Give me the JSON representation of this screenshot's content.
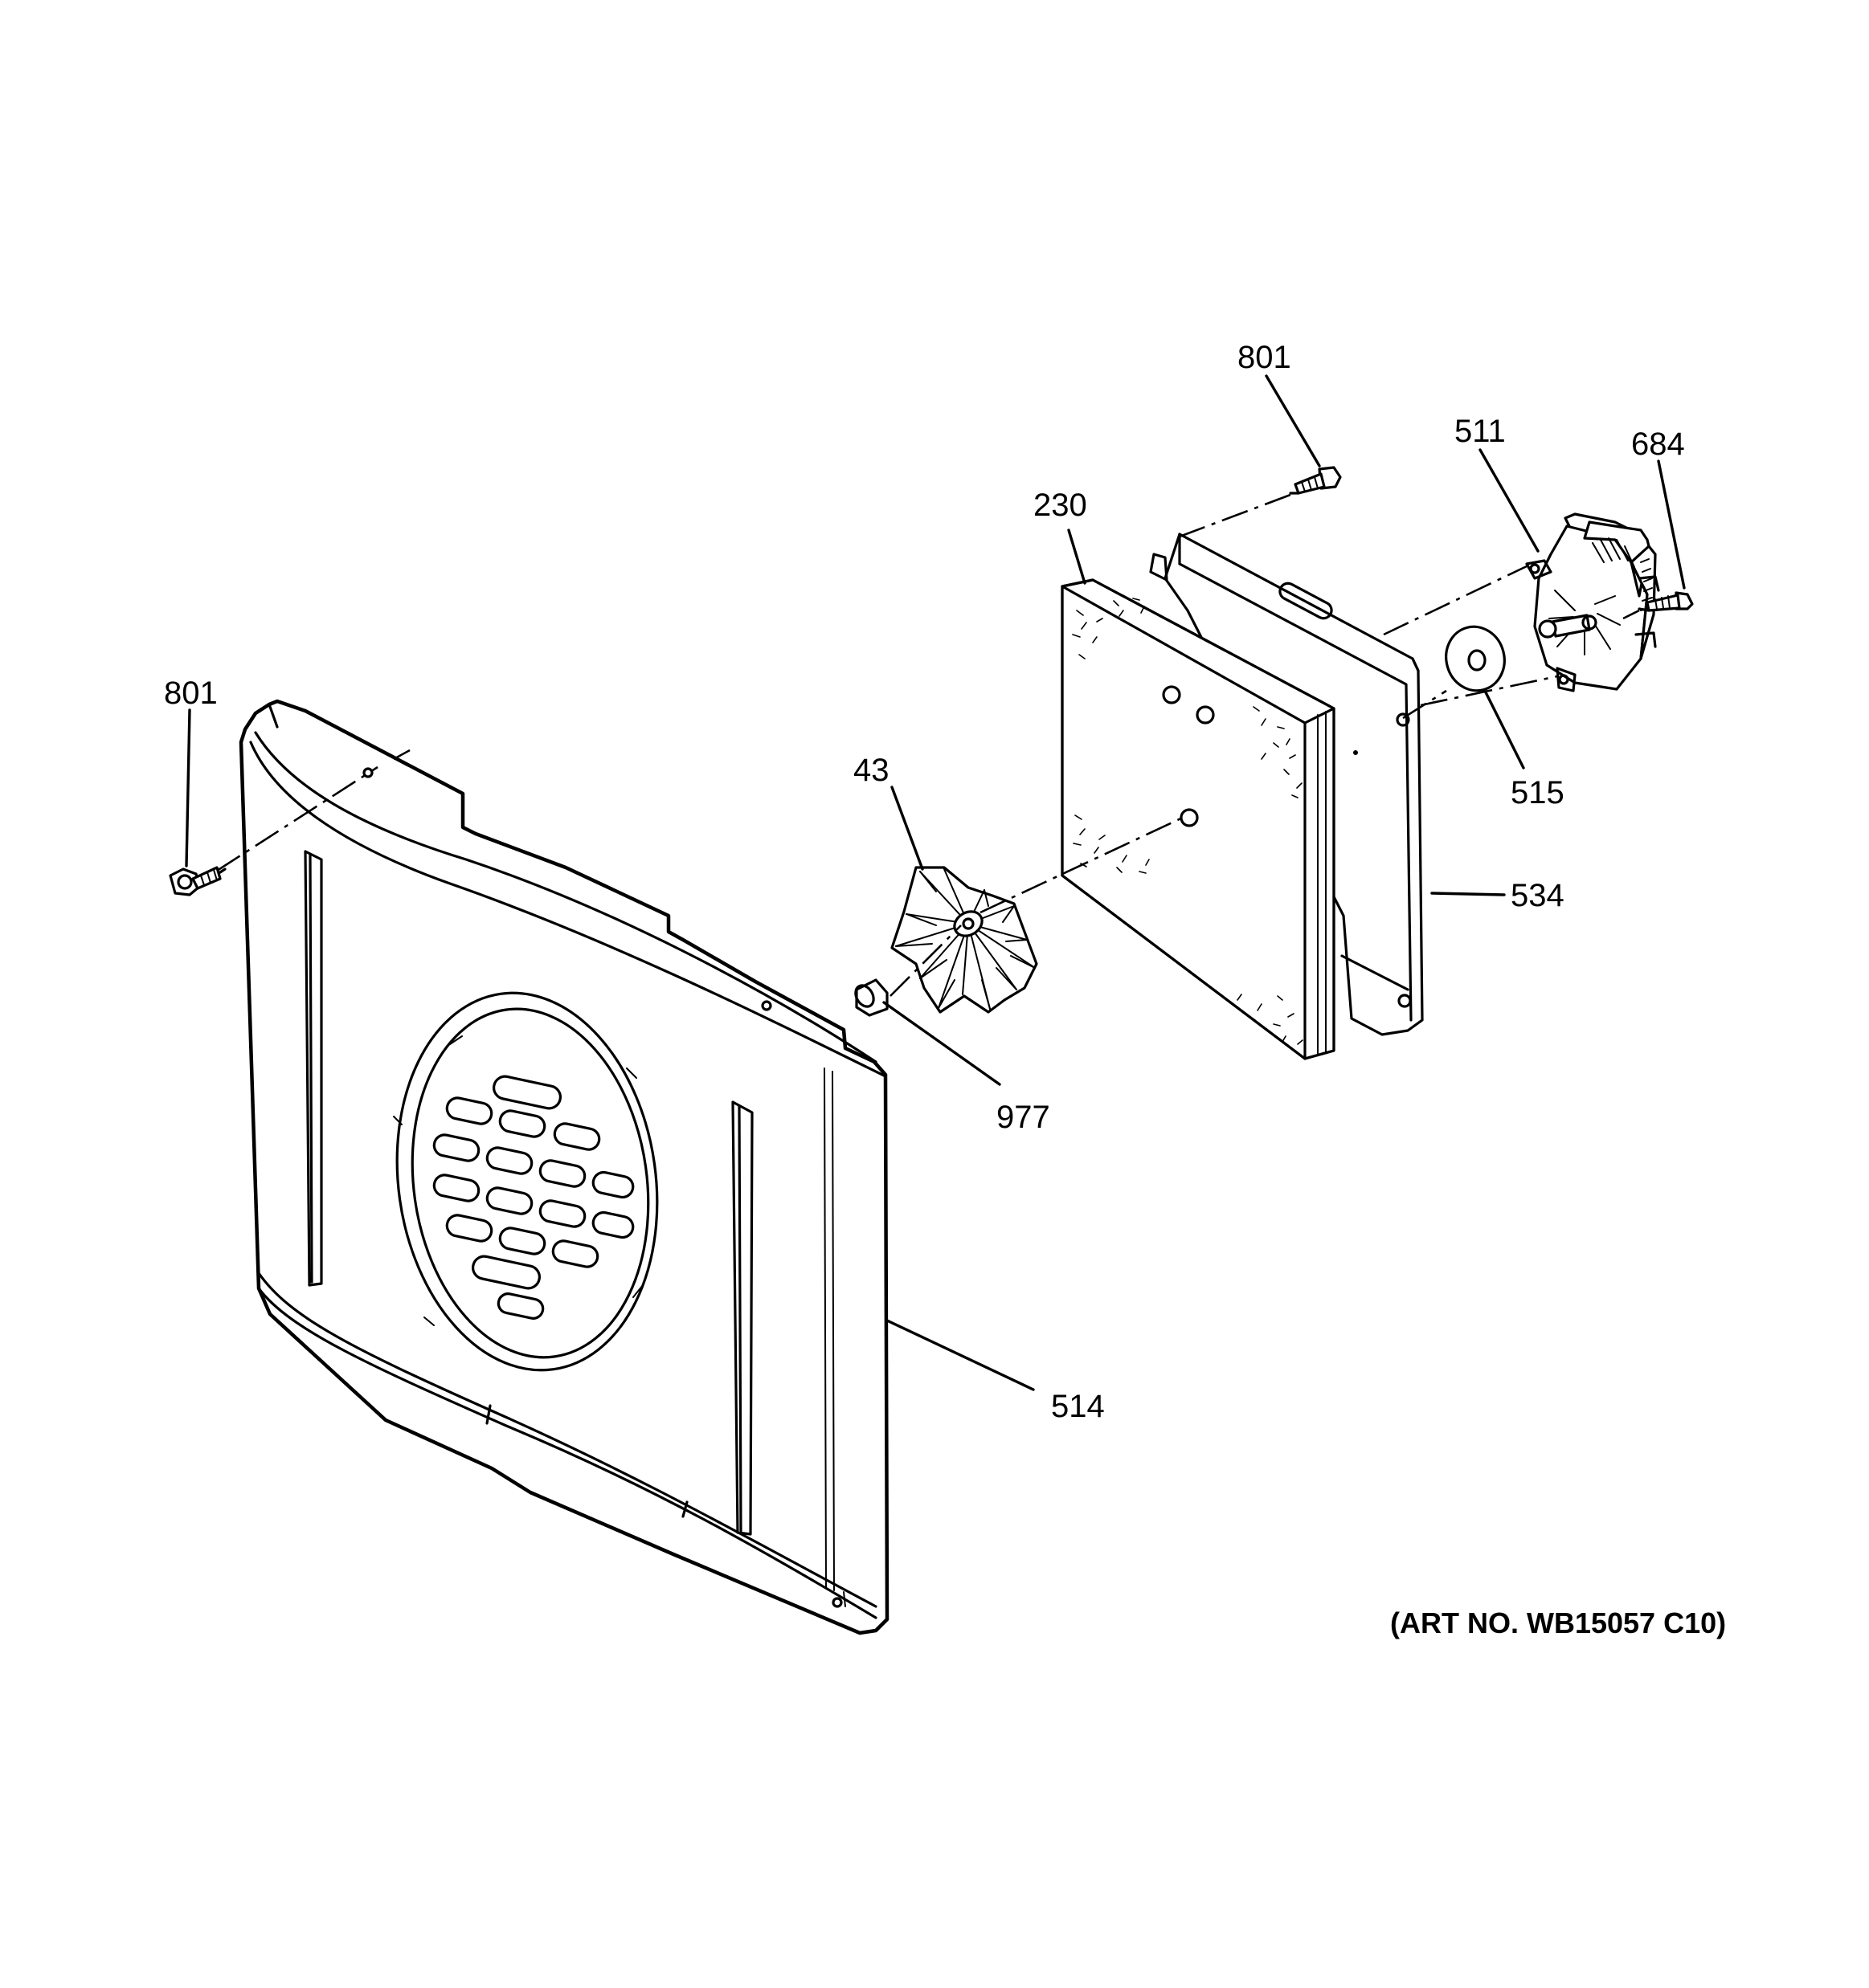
{
  "callouts": {
    "c801_top": "801",
    "c511": "511",
    "c684": "684",
    "c230": "230",
    "c801_left": "801",
    "c43": "43",
    "c515": "515",
    "c534": "534",
    "c977": "977",
    "c514": "514"
  },
  "art_number": "(ART NO. WB15057 C10)",
  "colors": {
    "line": "#000000",
    "background": "#ffffff"
  }
}
